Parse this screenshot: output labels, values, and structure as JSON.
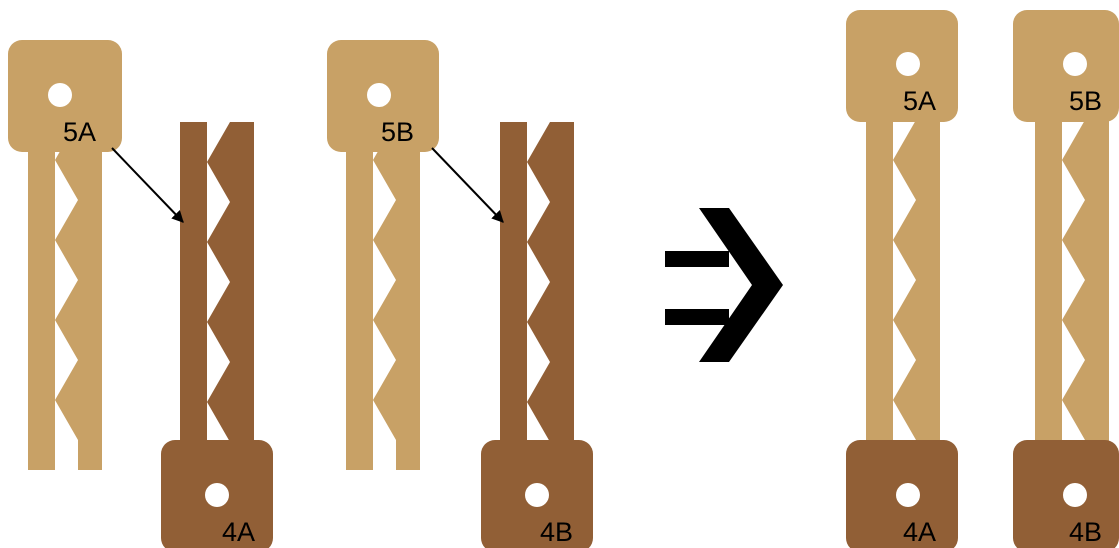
{
  "colors": {
    "light": "#C8A166",
    "dark": "#915F36",
    "arrow": "#000000",
    "background": "#FFFFFF",
    "hole": "#FFFFFF"
  },
  "parts": {
    "part_5a": {
      "label": "5A"
    },
    "part_5b": {
      "label": "5B"
    },
    "part_4a": {
      "label": "4A"
    },
    "part_4b": {
      "label": "4B"
    }
  },
  "assembled": {
    "left": {
      "top_label": "5A",
      "bottom_label": "4A"
    },
    "right": {
      "top_label": "5B",
      "bottom_label": "4B"
    }
  },
  "transition_icon": "double-chevron-right-arrow-icon"
}
